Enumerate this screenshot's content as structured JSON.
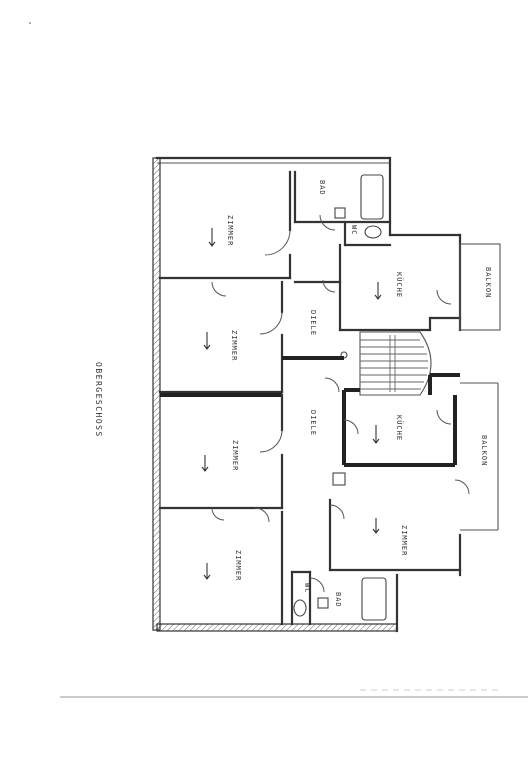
{
  "drawing": {
    "caption": "OBERGESCHOSS",
    "rooms": {
      "zimmer_1": "ZIMMER",
      "zimmer_2": "ZIMMER",
      "zimmer_3": "ZIMMER",
      "zimmer_4": "ZIMMER",
      "zimmer_5": "ZIMMER",
      "bad_top": "BAD",
      "bad_bottom": "BAD",
      "kueche_top": "KÜCHE",
      "kueche_bottom": "KÜCHE",
      "balkon_top": "BALKON",
      "balkon_bottom": "BALKON",
      "diele_top": "DIELE",
      "diele_bottom": "DIELE",
      "wc_top": "WC",
      "wc_bottom": "WC"
    }
  }
}
